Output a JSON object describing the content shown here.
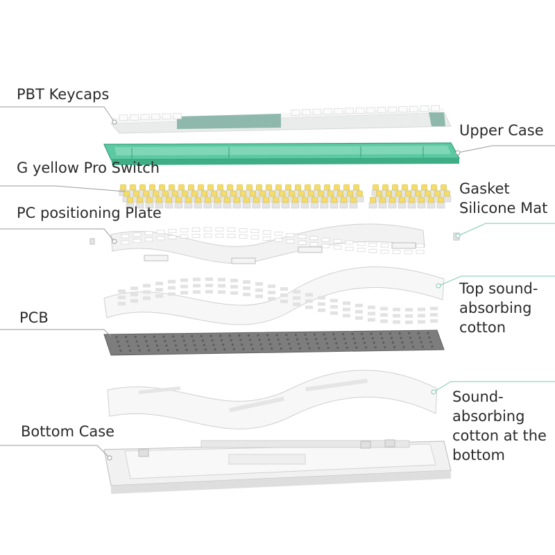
{
  "labels": {
    "pbt_keycaps": "PBT Keycaps",
    "upper_case": "Upper Case",
    "switch": "G yellow Pro Switch",
    "gasket_line1": "Gasket",
    "gasket_line2": "Silicone Mat",
    "plate": "PC positioning Plate",
    "top_cotton_line1": "Top sound-",
    "top_cotton_line2": "absorbing",
    "top_cotton_line3": "cotton",
    "pcb": "PCB",
    "bottom_cotton_line1": "Sound-",
    "bottom_cotton_line2": "absorbing",
    "bottom_cotton_line3": "cotton at the",
    "bottom_cotton_line4": "bottom",
    "bottom_case": "Bottom Case"
  },
  "colors": {
    "background": "#ffffff",
    "keycap": "#eef0ef",
    "keycap_accent": "#8fb8ad",
    "upper_case": "#5cc9a3",
    "upper_case_dark": "#2f9e78",
    "switch_top": "#f3dc6a",
    "switch_base": "#e4e4e4",
    "plate": "#f2f2f2",
    "cotton": "#f7f7f7",
    "pcb": "#7d7d7d",
    "bottom_case": "#f1f1f1",
    "leader_line": "#9a9a9a",
    "leader_line_teal": "#7cc7ad",
    "text": "#2a2a2a"
  }
}
